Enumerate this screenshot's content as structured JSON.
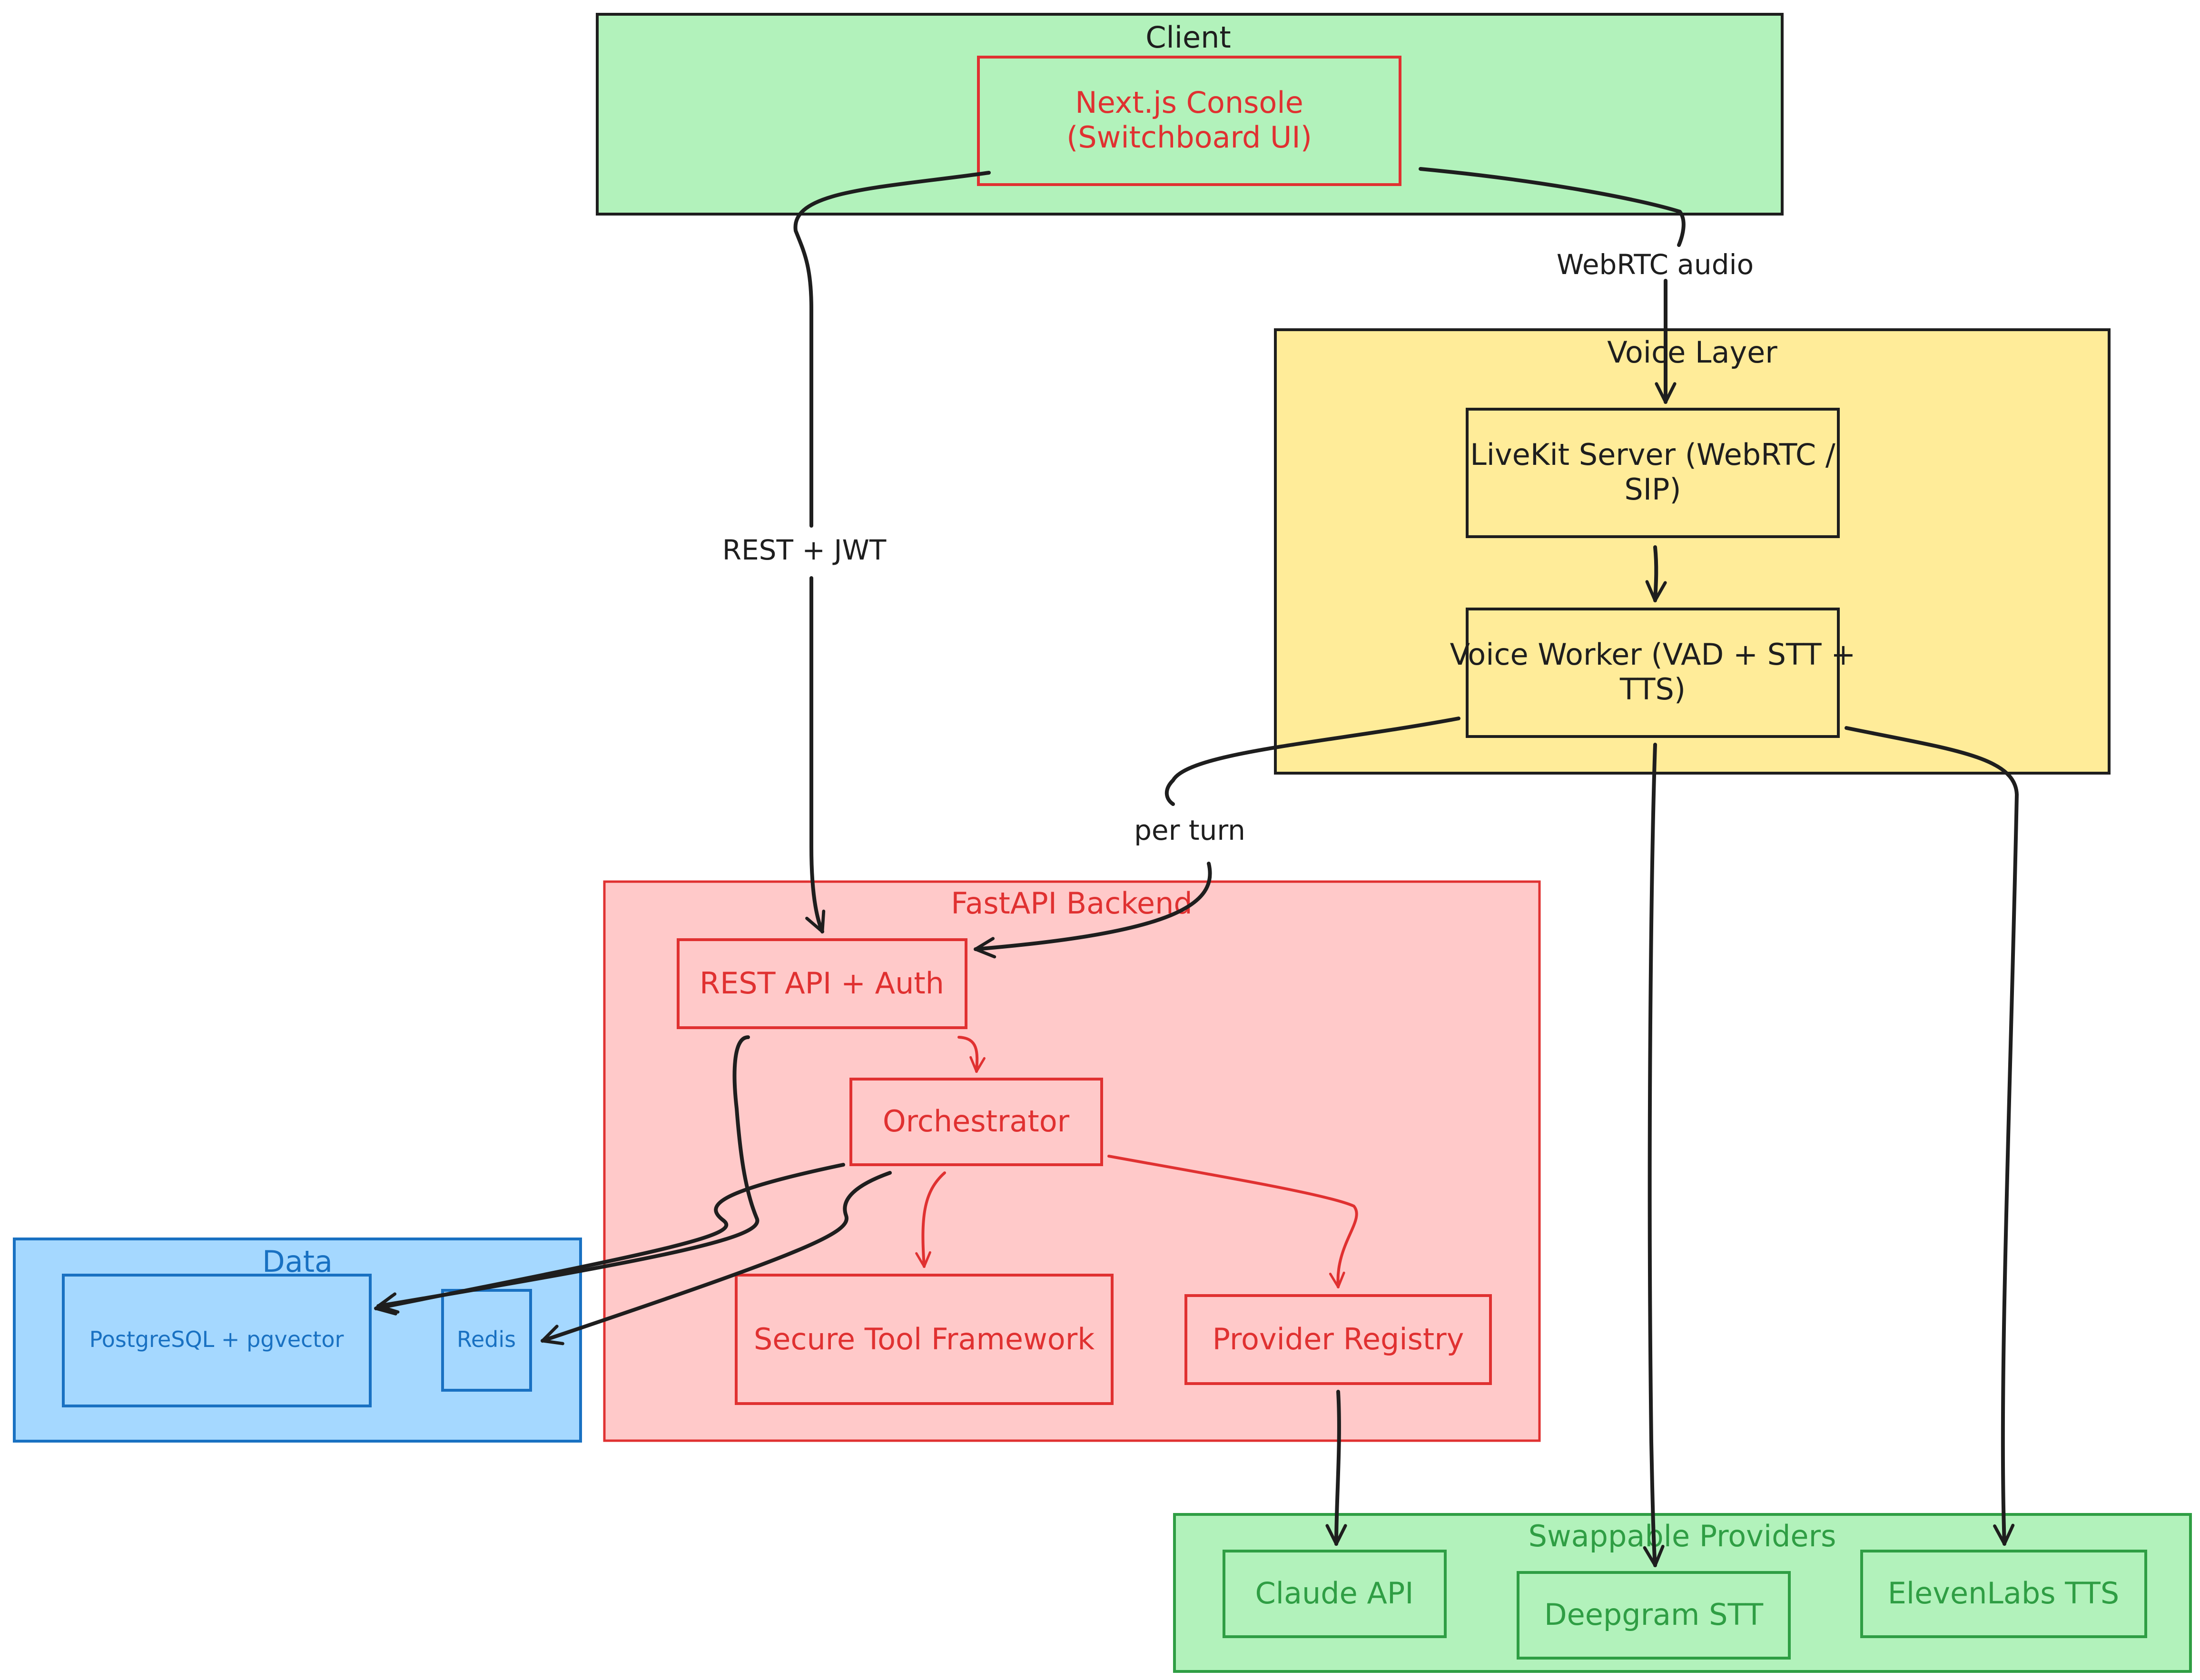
{
  "colors": {
    "client_fill": "#b2f2bb",
    "voice_fill": "#ffec99",
    "backend_fill": "#ffc9c9",
    "data_fill": "#a5d8ff",
    "providers_fill": "#b2f2bb",
    "red": "#e03131",
    "blue": "#1971c2",
    "green": "#2f9e44",
    "ink": "#1e1e1e"
  },
  "clusters": {
    "client": "Client",
    "voice": "Voice Layer",
    "backend": "FastAPI Backend",
    "data": "Data",
    "providers": "Swappable Providers"
  },
  "nodes": {
    "console": {
      "line1": "Next.js Console",
      "line2": "(Switchboard UI)"
    },
    "livekit": {
      "line1": "LiveKit Server (WebRTC /",
      "line2": "SIP)"
    },
    "voice_worker": {
      "line1": "Voice Worker (VAD + STT +",
      "line2": "TTS)"
    },
    "rest_api": "REST API + Auth",
    "orchestrator": "Orchestrator",
    "secure_tool": "Secure Tool Framework",
    "provider_registry": "Provider Registry",
    "postgres": "PostgreSQL + pgvector",
    "redis": "Redis",
    "claude": "Claude API",
    "deepgram": "Deepgram STT",
    "elevenlabs": "ElevenLabs TTS"
  },
  "edge_labels": {
    "rest_jwt": "REST + JWT",
    "webrtc_audio": "WebRTC audio",
    "per_turn": "per turn"
  }
}
